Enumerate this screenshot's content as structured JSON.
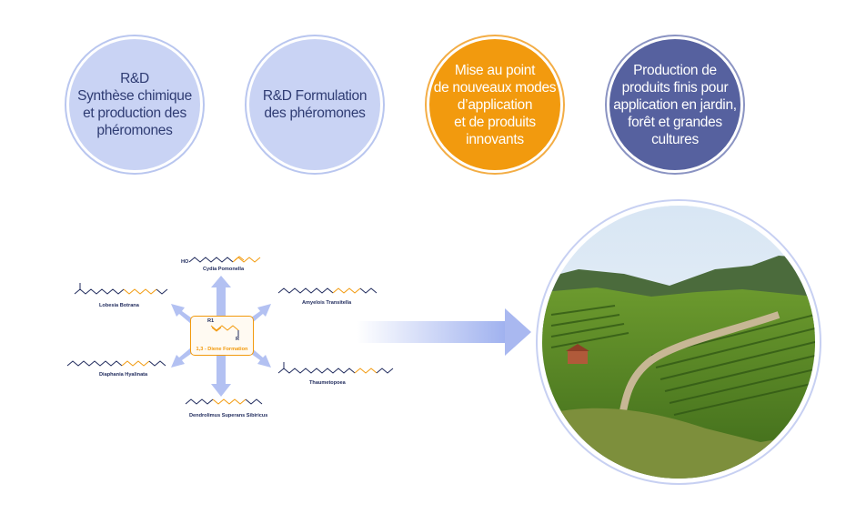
{
  "circles": [
    {
      "text": "R&D\nSynthèse chimique\net production des\nphéromones"
    },
    {
      "text": "R&D Formulation\ndes phéromones"
    },
    {
      "text": "Mise au point\nde nouveaux modes\nd’application\net de produits\ninnovants"
    },
    {
      "text": "Production de\nproduits finis pour\napplication en jardin,\nforêt et grandes\ncultures"
    }
  ],
  "molecules": {
    "top": "Cydia Pomonella",
    "upper_right": "Amyelois Transitella",
    "upper_left": "Lobesia Botrana",
    "lower_left": "Diaphania Hyalinata",
    "lower_right": "Thaumetopoea",
    "bottom": "Dendrolimus Superans Sibiricus",
    "center": "1,3 - Diene Formation",
    "center_r1": "R1",
    "center_r": "R",
    "atom_ho": "HO"
  },
  "colors": {
    "light_circle": "#c9d3f4",
    "orange": "#f29a0e",
    "dark_circle": "#56619f",
    "arrow": "#aab9f0",
    "text_dark": "#2f3c73"
  }
}
